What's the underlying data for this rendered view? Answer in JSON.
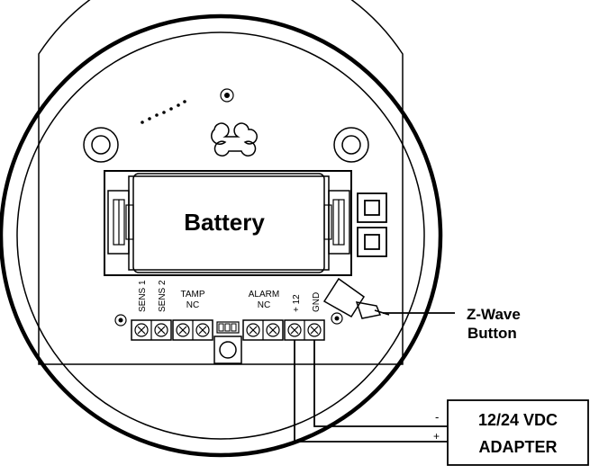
{
  "battery": {
    "label": "Battery"
  },
  "terminals": {
    "sens1": "SENS 1",
    "sens2": "SENS 2",
    "tamp": "TAMP",
    "tamp_nc": "NC",
    "alarm": "ALARM",
    "alarm_nc": "NC",
    "plus12": "+ 12",
    "gnd": "GND"
  },
  "zwave": {
    "line1": "Z-Wave",
    "line2": "Button"
  },
  "adapter": {
    "line1": "12/24 VDC",
    "line2": "ADAPTER",
    "minus": "-",
    "plus": "+"
  }
}
